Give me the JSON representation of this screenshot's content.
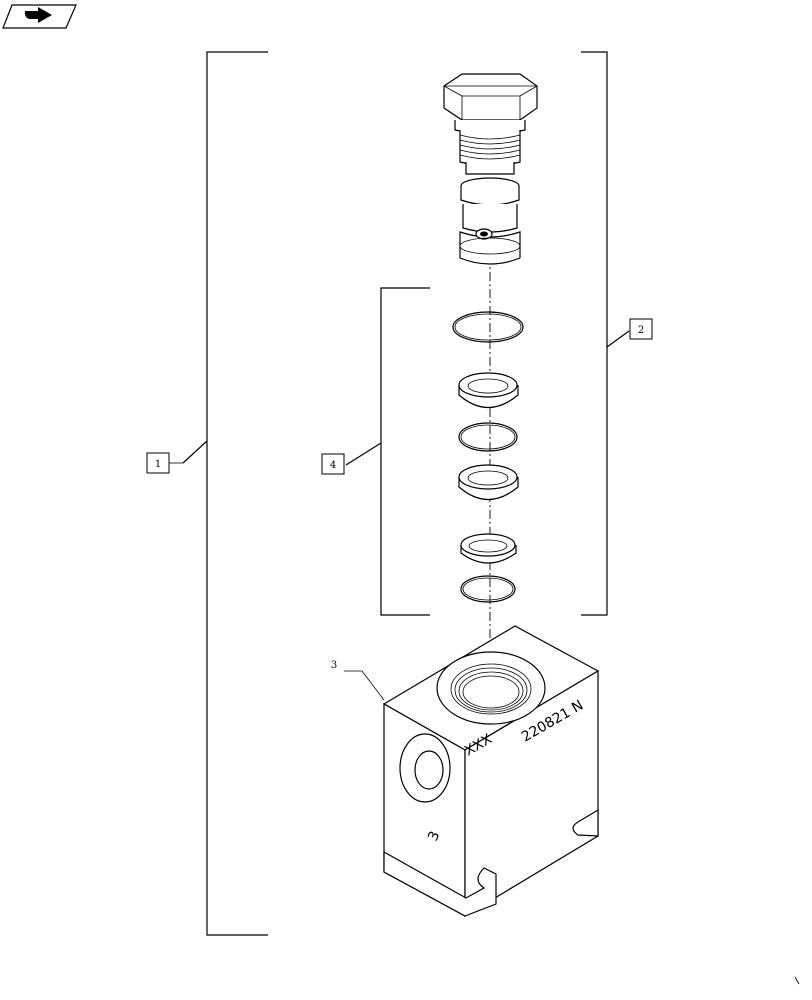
{
  "callouts": [
    {
      "id": "1",
      "label": "1"
    },
    {
      "id": "2",
      "label": "2"
    },
    {
      "id": "3",
      "label": "3"
    },
    {
      "id": "4",
      "label": "4"
    }
  ],
  "block_markings": {
    "part_number": "220821 N",
    "code": "XXX",
    "number": "3"
  },
  "icons": {
    "nav_icon": "back-arrow-icon"
  }
}
